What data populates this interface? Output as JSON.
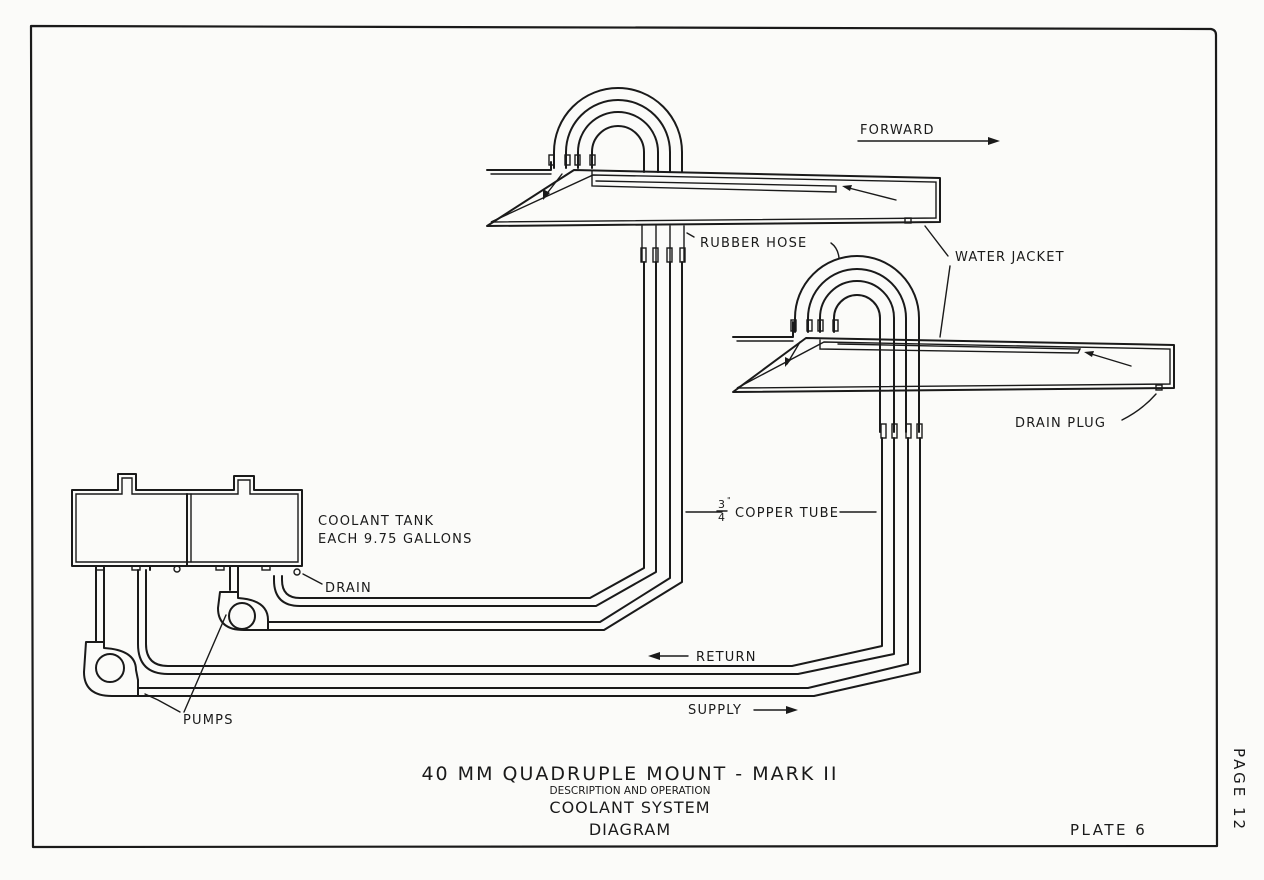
{
  "diagram": {
    "title": "40 MM  QUADRUPLE  MOUNT - MARK II",
    "subtitle": "DESCRIPTION AND OPERATION",
    "system": "COOLANT SYSTEM",
    "kind": "DIAGRAM",
    "plate": "PLATE 6",
    "page": "PAGE 12"
  },
  "labels": {
    "forward": "FORWARD",
    "rubber_hose": "RUBBER HOSE",
    "water_jacket": "WATER JACKET",
    "drain_plug": "DRAIN PLUG",
    "coolant_tank_line1": "COOLANT TANK",
    "coolant_tank_line2": "EACH 9.75 GALLONS",
    "drain": "DRAIN",
    "copper_tube_fraction_num": "3",
    "copper_tube_fraction_den": "4",
    "copper_tube_inch": "\"",
    "copper_tube": "COPPER TUBE",
    "return": "RETURN",
    "supply": "SUPPLY",
    "pumps": "PUMPS"
  },
  "components": {
    "water_jackets": 2,
    "coolant_tanks": 2,
    "pumps": 2,
    "tube_size": "3/4 inch copper tube",
    "tank_capacity": "9.75 gallons each"
  }
}
